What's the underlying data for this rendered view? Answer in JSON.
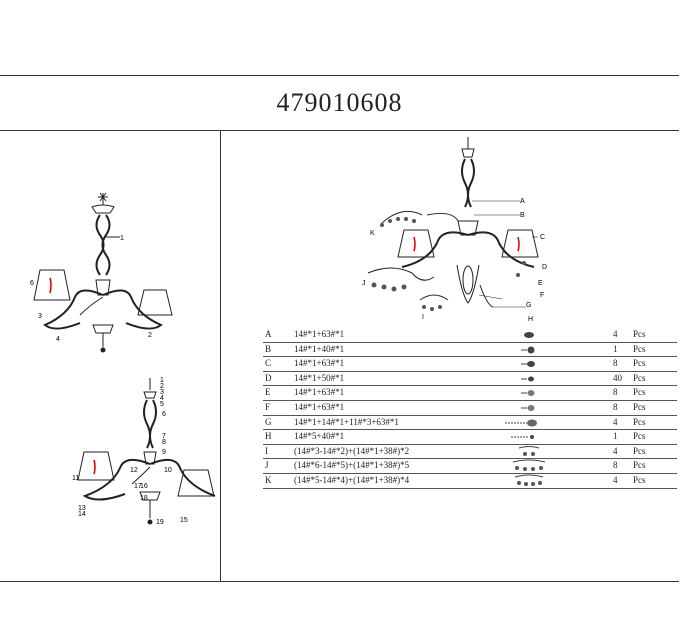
{
  "document": {
    "title": "479010608"
  },
  "left_labels_top": [
    "1",
    "6",
    "3",
    "4",
    "2"
  ],
  "left_labels_bottom": [
    "1",
    "2",
    "3",
    "4",
    "5",
    "6",
    "7",
    "8",
    "9",
    "10",
    "11",
    "12",
    "13",
    "14",
    "15",
    "16",
    "17",
    "18",
    "19"
  ],
  "right_labels": [
    "A",
    "B",
    "C",
    "D",
    "E",
    "F",
    "G",
    "H",
    "I",
    "J",
    "K"
  ],
  "parts": [
    {
      "letter": "A",
      "code": "14#*1+63#*1",
      "qty": "4",
      "unit": "Pcs"
    },
    {
      "letter": "B",
      "code": "14#*1+40#*1",
      "qty": "1",
      "unit": "Pcs"
    },
    {
      "letter": "C",
      "code": "14#*1+63#*1",
      "qty": "8",
      "unit": "Pcs"
    },
    {
      "letter": "D",
      "code": "14#*1+50#*1",
      "qty": "40",
      "unit": "Pcs"
    },
    {
      "letter": "E",
      "code": "14#*1+63#*1",
      "qty": "8",
      "unit": "Pcs"
    },
    {
      "letter": "F",
      "code": "14#*1+63#*1",
      "qty": "8",
      "unit": "Pcs"
    },
    {
      "letter": "G",
      "code": "14#*1+14#*1+11#*3+63#*1",
      "qty": "4",
      "unit": "Pcs"
    },
    {
      "letter": "H",
      "code": "14#*5+40#*1",
      "qty": "1",
      "unit": "Pcs"
    },
    {
      "letter": "I",
      "code": "(14#*3-14#*2)+(14#*1+38#)*2",
      "qty": "4",
      "unit": "Pcs"
    },
    {
      "letter": "J",
      "code": "(14#*6-14#*5)+(14#*1+38#)*5",
      "qty": "8",
      "unit": "Pcs"
    },
    {
      "letter": "K",
      "code": "(14#*5-14#*4)+(14#*1+38#)*4",
      "qty": "4",
      "unit": "Pcs"
    }
  ]
}
